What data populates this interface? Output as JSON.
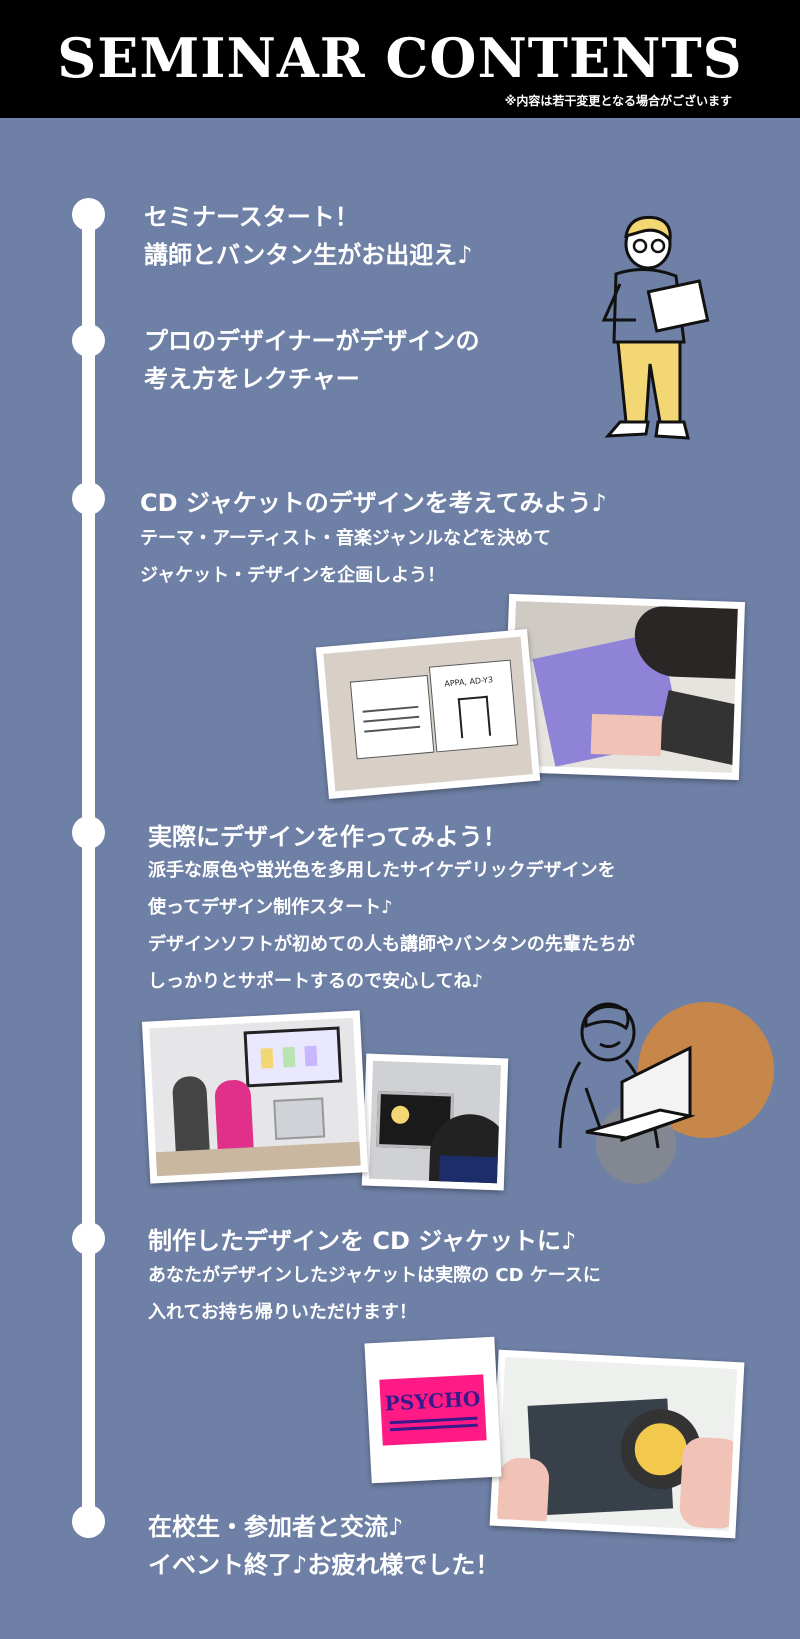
{
  "header": {
    "title": "SEMINAR CONTENTS",
    "note": "※内容は若干変更となる場合がございます"
  },
  "steps": [
    {
      "title_lines": [
        "セミナースタート！",
        "講師とバンタン生がお出迎え♪"
      ],
      "body_lines": []
    },
    {
      "title_lines": [
        "プロのデザイナーがデザインの",
        "考え方をレクチャー"
      ],
      "body_lines": []
    },
    {
      "title_lines": [
        "CD ジャケットのデザインを考えてみよう♪"
      ],
      "body_lines": [
        "テーマ・アーティスト・音楽ジャンルなどを決めて",
        "ジャケット・デザインを企画しよう！"
      ]
    },
    {
      "title_lines": [
        "実際にデザインを作ってみよう！"
      ],
      "body_lines": [
        "派手な原色や蛍光色を多用したサイケデリックデザインを",
        "使ってデザイン制作スタート♪",
        "デザインソフトが初めての人も講師やバンタンの先輩たちが",
        "しっかりとサポートするので安心してね♪"
      ]
    },
    {
      "title_lines": [
        "制作したデザインを CD ジャケットに♪"
      ],
      "body_lines": [
        "あなたがデザインしたジャケットは実際の CD ケースに",
        "入れてお持ち帰りいただけます！"
      ]
    },
    {
      "title_lines": [
        "在校生・参加者と交流♪",
        "イベント終了♪お疲れ様でした！"
      ],
      "body_lines": []
    }
  ],
  "artwork": {
    "jacket_logo": "PSYCHO",
    "sketch_caption": "APPA, AD-Y3"
  },
  "colors": {
    "background": "#6f80a6",
    "header": "#000000",
    "accent_orange": "#c8874a",
    "pants_yellow": "#f2d774",
    "jacket_pink": "#ff1a86",
    "jacket_purple": "#3a1a8a"
  }
}
